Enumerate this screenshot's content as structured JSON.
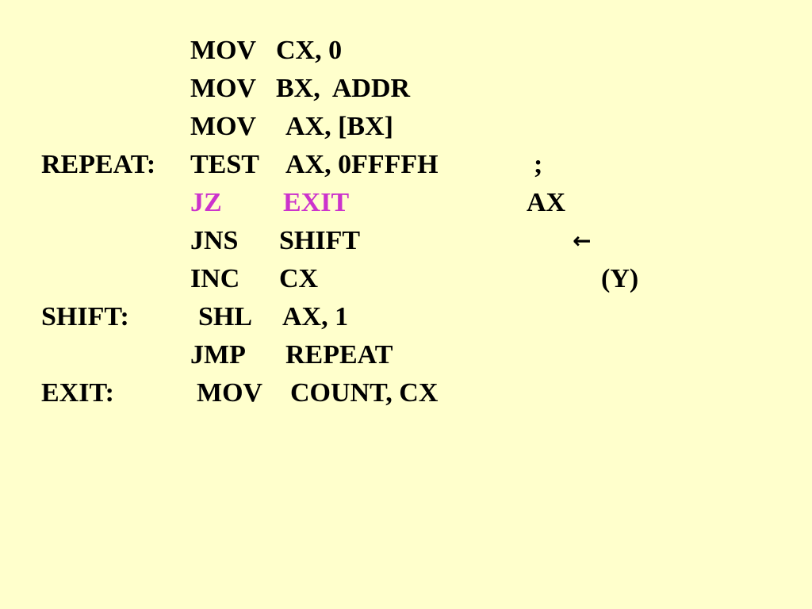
{
  "colors": {
    "background": "#FFFFCC",
    "text": "#000000",
    "highlight": "#CC33CC"
  },
  "code": {
    "lines": [
      {
        "label": "",
        "op": "MOV",
        "arg": "CX, 0",
        "comment": ""
      },
      {
        "label": "",
        "op": "MOV",
        "arg": "BX,  ADDR",
        "comment": ""
      },
      {
        "label": "",
        "op": "MOV",
        "arg": "AX, [BX]",
        "comment": ";",
        "comment_pre": "AX",
        "comment_arrow": "←",
        "comment_post": "(Y)"
      },
      {
        "label": "REPEAT:",
        "op": "TEST",
        "arg": "AX, 0FFFFH",
        "comment": ""
      },
      {
        "label": "",
        "op": "JZ",
        "arg": "EXIT",
        "comment": "",
        "highlight": true
      },
      {
        "label": "",
        "op": "JNS",
        "arg": "SHIFT",
        "comment": ""
      },
      {
        "label": "",
        "op": "INC",
        "arg": "CX",
        "comment": ""
      },
      {
        "label": "SHIFT:",
        "op": "SHL",
        "arg": "AX, 1",
        "comment": ""
      },
      {
        "label": "",
        "op": "JMP",
        "arg": "REPEAT",
        "comment": ""
      },
      {
        "label": "EXIT:",
        "op": "MOV",
        "arg": "COUNT, CX",
        "comment": ""
      }
    ]
  }
}
